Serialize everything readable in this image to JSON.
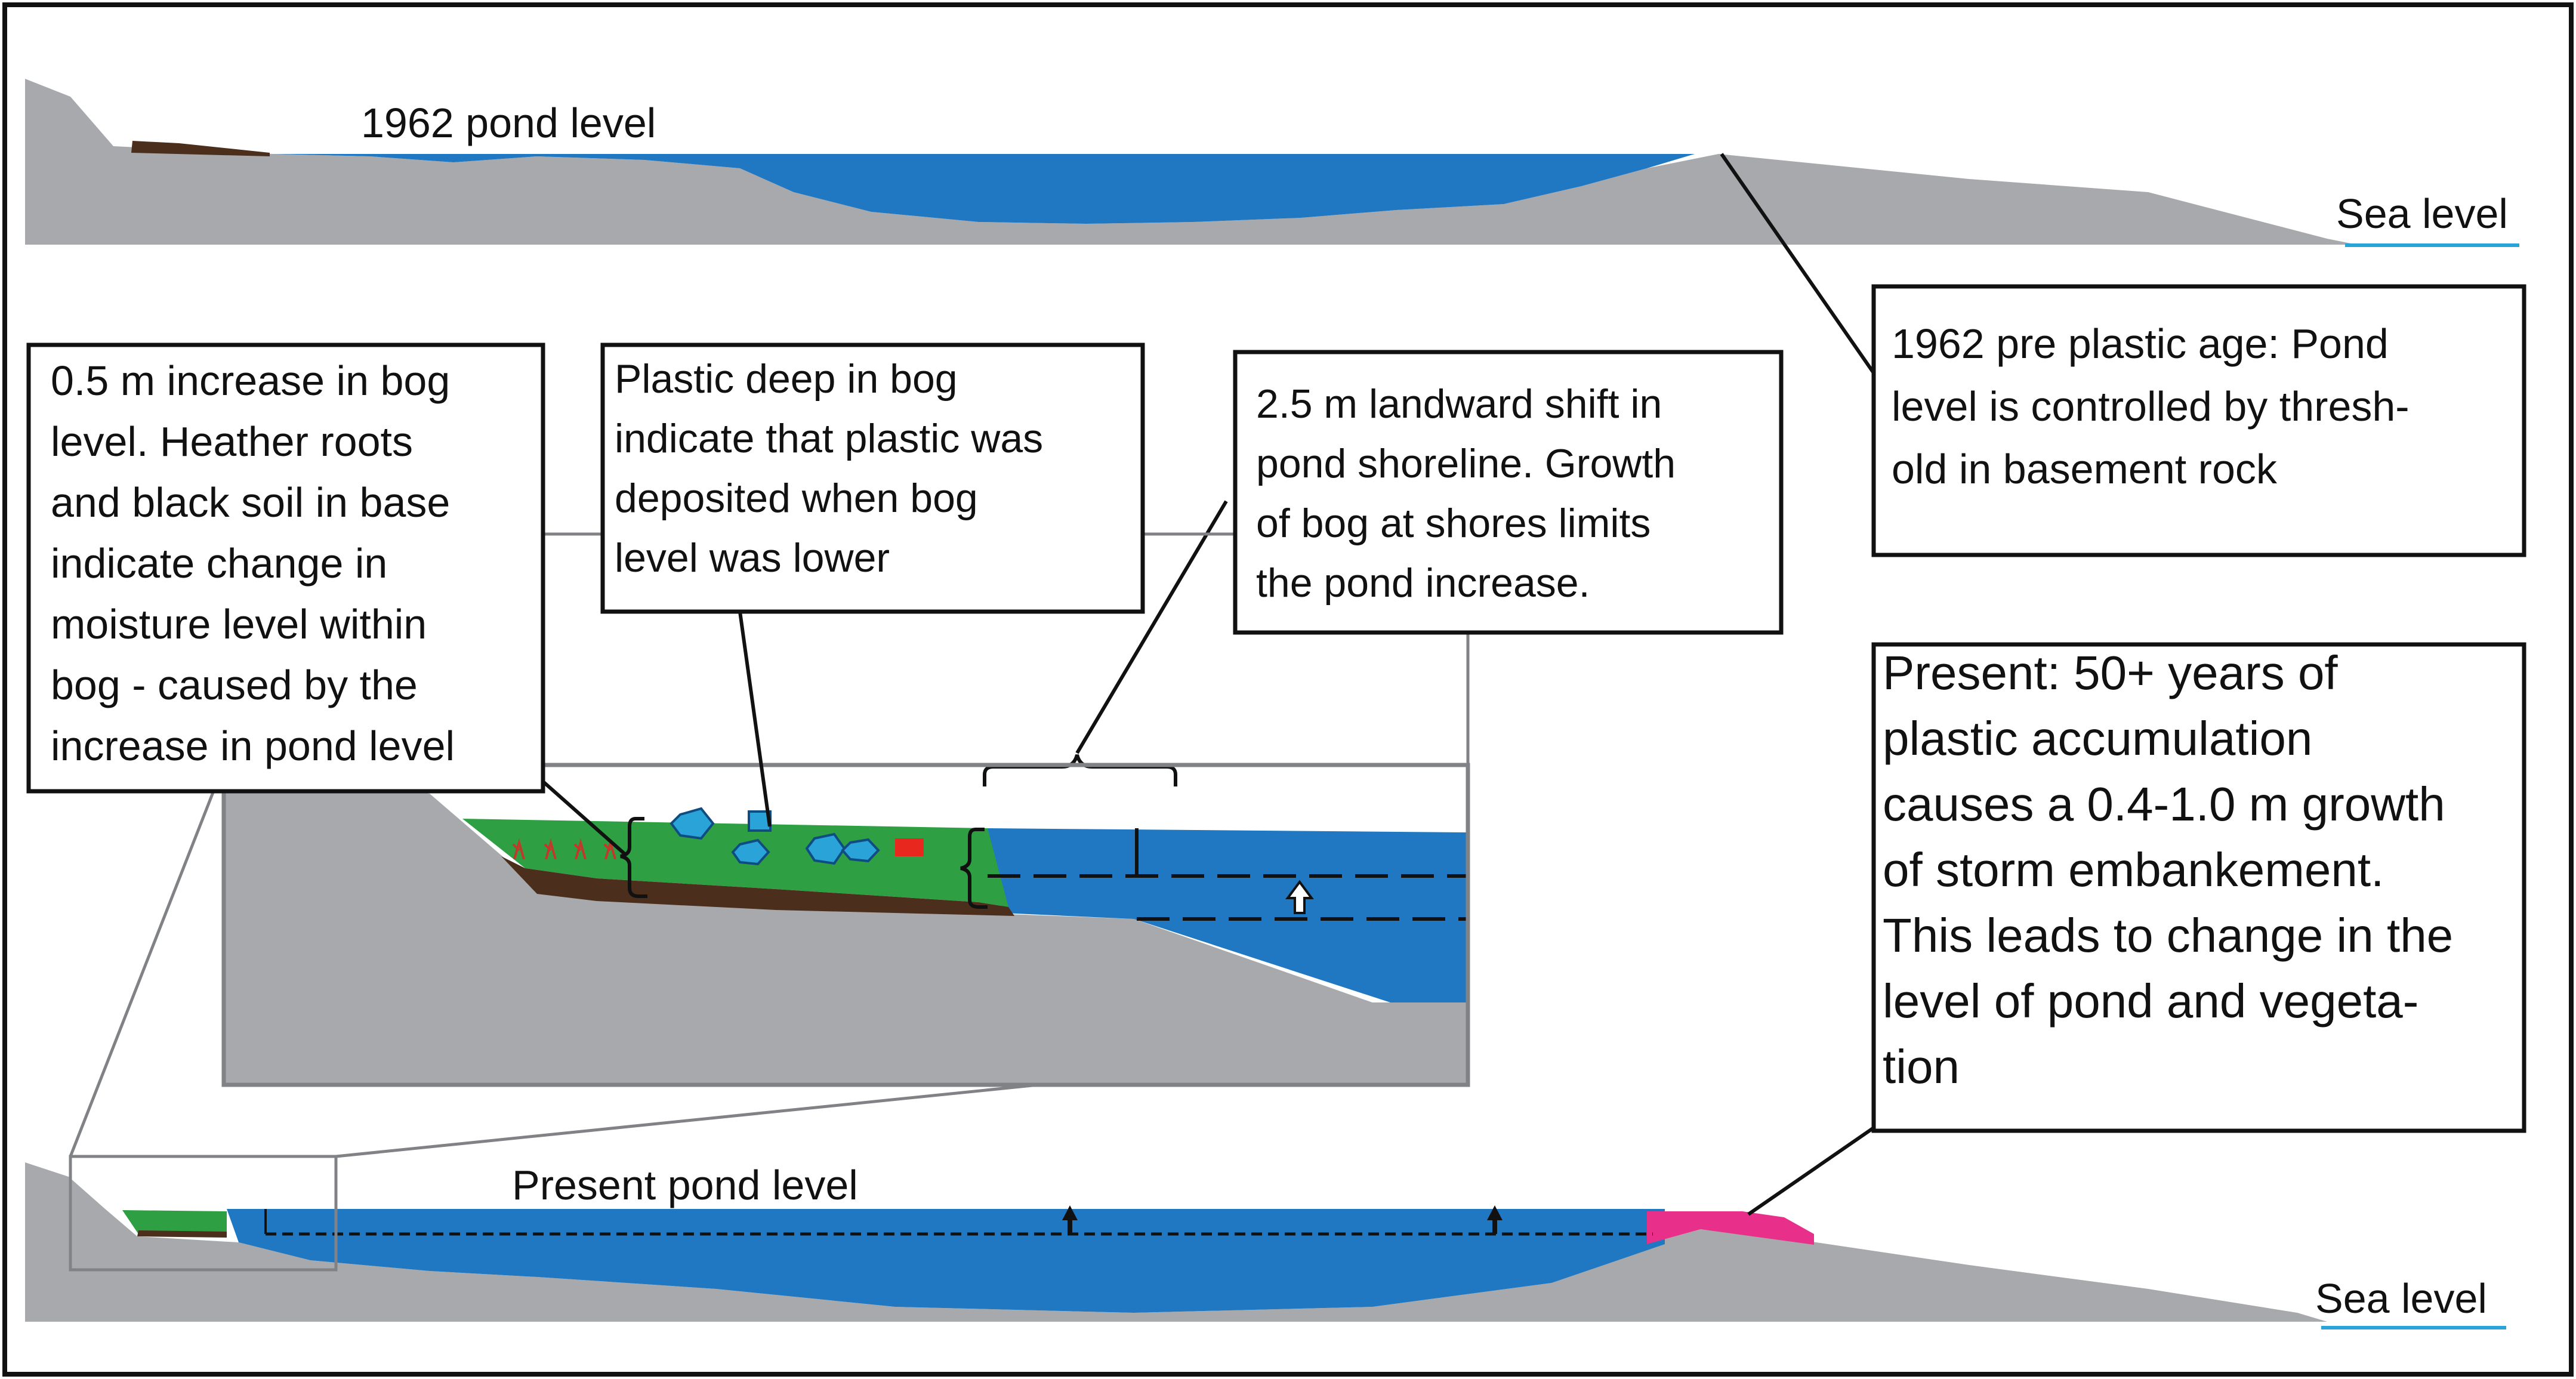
{
  "labels": {
    "pond_1962": "1962 pond level",
    "sea_level_top": "Sea level",
    "pond_present": "Present pond level",
    "sea_level_bottom": "Sea level"
  },
  "callouts": {
    "pre_plastic": [
      "1962 pre plastic age: Pond",
      "level is controlled by thresh-",
      "old in basement rock"
    ],
    "bog_increase": [
      "0.5 m increase in bog",
      "level. Heather roots",
      "and black soil in base",
      "indicate change in",
      "moisture level within",
      "bog - caused by the",
      "increase in pond level"
    ],
    "plastic_deep": [
      "Plastic deep in bog",
      "indicate that plastic was",
      "deposited when bog",
      "level was lower"
    ],
    "shoreline_shift": [
      "2.5 m landward shift in",
      "pond shoreline. Growth",
      "of bog at shores limits",
      "the pond increase."
    ],
    "present": [
      "Present: 50+ years of",
      "plastic accumulation",
      "causes a 0.4-1.0 m growth",
      "of storm embankement.",
      "This leads to change in the",
      "level of pond and vegeta-",
      "tion"
    ]
  },
  "colors": {
    "rock": "#a7a9ac",
    "pond": "#1f78c1",
    "bog": "#2ea043",
    "soil": "#4b2e1c",
    "embankment": "#e8308a",
    "plastic_blue": "#29a3d8",
    "plastic_red": "#e8271f"
  },
  "icons": [
    "up-arrow-icon",
    "heather-icon",
    "plastic-hexagon-icon",
    "plastic-square-icon"
  ]
}
